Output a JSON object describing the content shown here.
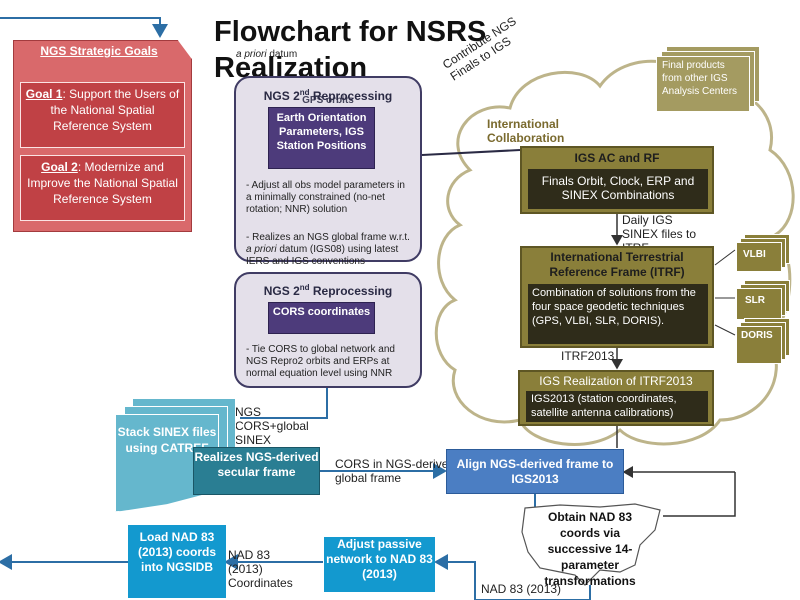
{
  "title": "Flowchart for NSRS Realization",
  "goals": {
    "heading": "NGS Strategic Goals",
    "goal1_label": "Goal 1",
    "goal1_text": ": Support the Users of the National Spatial Reference System",
    "goal2_label": "Goal 2",
    "goal2_text": ": Modernize and Improve the National Spatial Reference System"
  },
  "reprocessing1": {
    "title_pre": "NGS 2",
    "title_sup": "nd",
    "title_post": " Reprocessing",
    "overlap_text": "GPS orbits",
    "box": "Earth Orientation Parameters, IGS Station Positions",
    "bullet1": "- Adjust all obs model parameters in a minimally constrained (no-net rotation; NNR) solution",
    "bullet2_pre": "- Realizes an NGS global frame w.r.t. ",
    "bullet2_italic": "a priori",
    "bullet2_post": " datum (IGS08) using latest IERS and IGS conventions"
  },
  "a_priori_label": {
    "italic": "a priori",
    "text": " datum"
  },
  "reprocessing2": {
    "title_pre": "NGS 2",
    "title_sup": "nd",
    "title_post": " Reprocessing",
    "box": "CORS coordinates",
    "bullet": "- Tie CORS to global network and NGS Repro2 orbits and ERPs at normal equation level using NNR"
  },
  "contribute_label": "Contribute NGS Finals to IGS",
  "intl_collab": "International Collaboration",
  "final_products": "Final products from other IGS Analysis Centers",
  "igs_ac": {
    "head": "IGS AC and RF",
    "body": "Finals Orbit, Clock, ERP and SINEX Combinations"
  },
  "daily_sinex": "Daily IGS SINEX files to ITRF",
  "itrf": {
    "head": "International Terrestrial Reference Frame (ITRF)",
    "body": "Combination of solutions from the four space geodetic techniques (GPS, VLBI, SLR, DORIS)."
  },
  "techniques": [
    "VLBI",
    "SLR",
    "DORIS"
  ],
  "itrf2013_label": "ITRF2013",
  "igs_realization": {
    "head": "IGS Realization of ITRF2013",
    "body": "IGS2013 (station coordinates, satellite antenna calibrations)"
  },
  "ngs_cors_label": "NGS CORS+global SINEX",
  "stack_sinex": "Stack SINEX files using CATREF",
  "realizes_ngs": "Realizes NGS-derived secular frame",
  "cors_in_ngs": "CORS in NGS-derived global frame",
  "align_box": "Align NGS-derived frame to IGS2013",
  "obtain_nad": "Obtain NAD 83 coords via successive 14-parameter transformations",
  "load_nad": "Load NAD 83 (2013) coords into NGSIDB",
  "nad_coords_label": "NAD 83 (2013) Coordinates",
  "adjust_passive": "Adjust passive network to NAD 83 (2013)",
  "nad_bottom_label": "NAD 83 (2013)",
  "colors": {
    "goals_panel": "#d9696b",
    "goal_card": "#c04145",
    "reproc_bg": "#e4e0ea",
    "purple": "#4d3b7b",
    "olive": "#8a7f3a",
    "teal": "#2a7e93",
    "blue": "#4b7ec3",
    "cyan": "#1399cf",
    "arrow": "#2c6ea5"
  }
}
